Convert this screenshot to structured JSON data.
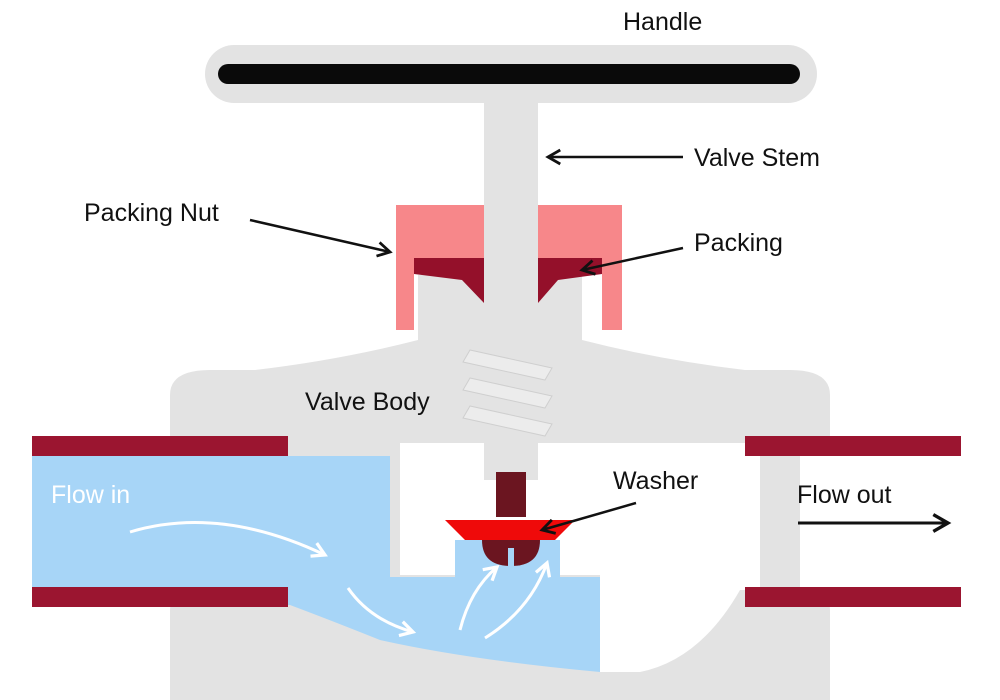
{
  "labels": {
    "handle": "Handle",
    "valve_stem": "Valve Stem",
    "packing_nut": "Packing Nut",
    "packing": "Packing",
    "valve_body": "Valve Body",
    "washer": "Washer",
    "flow_in": "Flow in",
    "flow_out": "Flow out"
  },
  "colors": {
    "body": "#e3e3e3",
    "pipe": "#9b1530",
    "water": "#a7d5f7",
    "packing_nut": "#f7878a",
    "packing": "#94102a",
    "washer": "#ef0a0a",
    "stem_tip": "#6b1520",
    "handle_grip": "#0a0a0a",
    "text": "#111111"
  }
}
